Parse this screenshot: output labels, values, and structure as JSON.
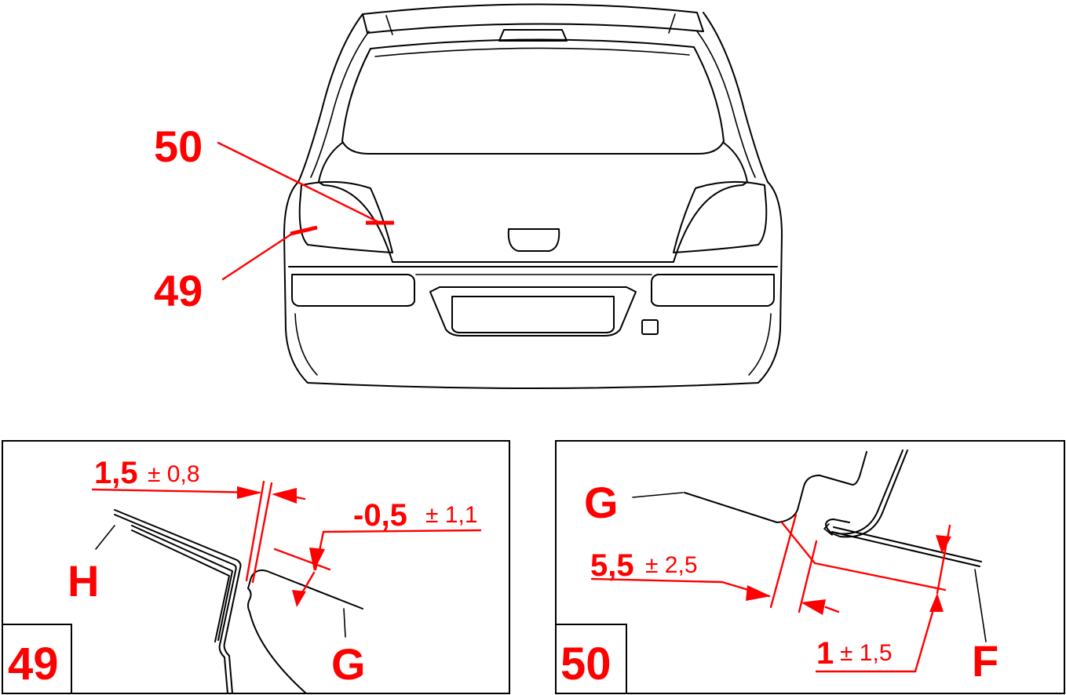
{
  "overview": {
    "callout_50": "50",
    "callout_49": "49"
  },
  "detail_49": {
    "number": "49",
    "dim_top_value": "1,5",
    "dim_top_tol": "± 0,8",
    "dim_right_value": "-0,5",
    "dim_right_tol": "± 1,1",
    "label_h": "H",
    "label_g": "G"
  },
  "detail_50": {
    "number": "50",
    "label_g": "G",
    "label_f": "F",
    "dim_left_value": "5,5",
    "dim_left_tol": "± 2,5",
    "dim_bottom_value": "1",
    "dim_bottom_tol": "± 1,5"
  },
  "colors": {
    "annotation": "#ff0000",
    "line": "#000000"
  }
}
